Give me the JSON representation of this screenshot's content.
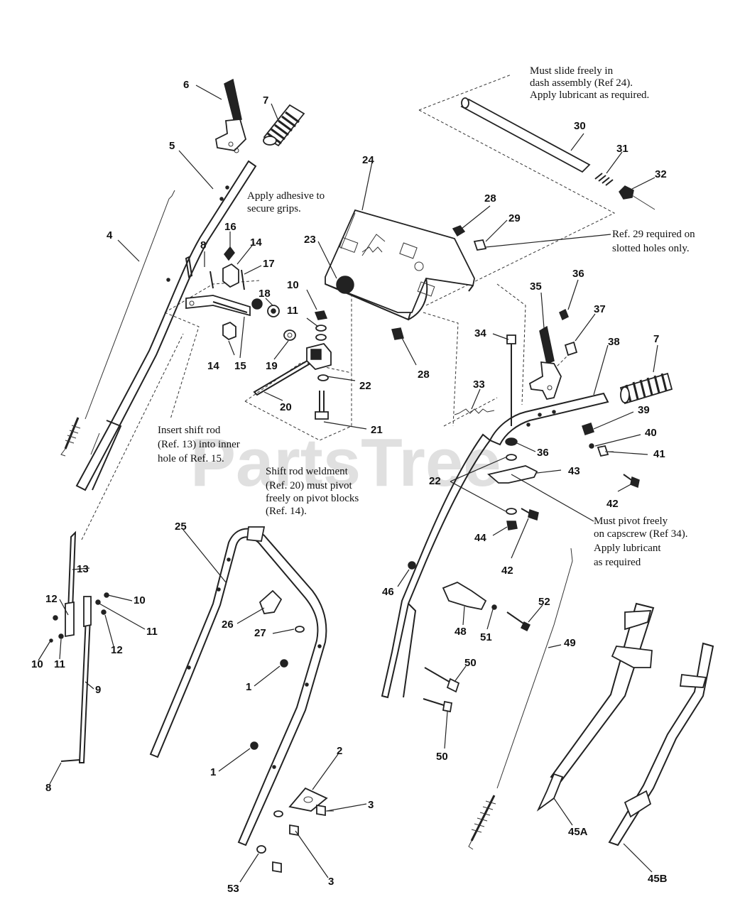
{
  "watermark": "PartsTree",
  "callouts": [
    {
      "id": "c-6",
      "text": "6"
    },
    {
      "id": "c-7a",
      "text": "7"
    },
    {
      "id": "c-5",
      "text": "5"
    },
    {
      "id": "c-4",
      "text": "4"
    },
    {
      "id": "c-16",
      "text": "16"
    },
    {
      "id": "c-8a",
      "text": "8"
    },
    {
      "id": "c-14a",
      "text": "14"
    },
    {
      "id": "c-17",
      "text": "17"
    },
    {
      "id": "c-18",
      "text": "18"
    },
    {
      "id": "c-14b",
      "text": "14"
    },
    {
      "id": "c-15",
      "text": "15"
    },
    {
      "id": "c-19",
      "text": "19"
    },
    {
      "id": "c-10a",
      "text": "10"
    },
    {
      "id": "c-11a",
      "text": "11"
    },
    {
      "id": "c-22a",
      "text": "22"
    },
    {
      "id": "c-20",
      "text": "20"
    },
    {
      "id": "c-21",
      "text": "21"
    },
    {
      "id": "c-23",
      "text": "23"
    },
    {
      "id": "c-24",
      "text": "24"
    },
    {
      "id": "c-28a",
      "text": "28"
    },
    {
      "id": "c-29",
      "text": "29"
    },
    {
      "id": "c-28b",
      "text": "28"
    },
    {
      "id": "c-30",
      "text": "30"
    },
    {
      "id": "c-31",
      "text": "31"
    },
    {
      "id": "c-32",
      "text": "32"
    },
    {
      "id": "c-35",
      "text": "35"
    },
    {
      "id": "c-36a",
      "text": "36"
    },
    {
      "id": "c-37",
      "text": "37"
    },
    {
      "id": "c-38",
      "text": "38"
    },
    {
      "id": "c-7b",
      "text": "7"
    },
    {
      "id": "c-34",
      "text": "34"
    },
    {
      "id": "c-33",
      "text": "33"
    },
    {
      "id": "c-39",
      "text": "39"
    },
    {
      "id": "c-40",
      "text": "40"
    },
    {
      "id": "c-41",
      "text": "41"
    },
    {
      "id": "c-36b",
      "text": "36"
    },
    {
      "id": "c-43",
      "text": "43"
    },
    {
      "id": "c-22b",
      "text": "22"
    },
    {
      "id": "c-42a",
      "text": "42"
    },
    {
      "id": "c-44",
      "text": "44"
    },
    {
      "id": "c-42b",
      "text": "42"
    },
    {
      "id": "c-13",
      "text": "13"
    },
    {
      "id": "c-12a",
      "text": "12"
    },
    {
      "id": "c-10b",
      "text": "10"
    },
    {
      "id": "c-11b",
      "text": "11"
    },
    {
      "id": "c-12b",
      "text": "12"
    },
    {
      "id": "c-10c",
      "text": "10"
    },
    {
      "id": "c-11c",
      "text": "11"
    },
    {
      "id": "c-9",
      "text": "9"
    },
    {
      "id": "c-8b",
      "text": "8"
    },
    {
      "id": "c-25",
      "text": "25"
    },
    {
      "id": "c-26",
      "text": "26"
    },
    {
      "id": "c-27",
      "text": "27"
    },
    {
      "id": "c-1a",
      "text": "1"
    },
    {
      "id": "c-1b",
      "text": "1"
    },
    {
      "id": "c-2",
      "text": "2"
    },
    {
      "id": "c-3a",
      "text": "3"
    },
    {
      "id": "c-3b",
      "text": "3"
    },
    {
      "id": "c-53",
      "text": "53"
    },
    {
      "id": "c-46",
      "text": "46"
    },
    {
      "id": "c-48",
      "text": "48"
    },
    {
      "id": "c-51",
      "text": "51"
    },
    {
      "id": "c-52",
      "text": "52"
    },
    {
      "id": "c-49",
      "text": "49"
    },
    {
      "id": "c-50a",
      "text": "50"
    },
    {
      "id": "c-50b",
      "text": "50"
    },
    {
      "id": "c-45a",
      "text": "45A"
    },
    {
      "id": "c-45b",
      "text": "45B"
    }
  ],
  "notes": [
    {
      "id": "note-slide",
      "lines": [
        "Must slide freely in",
        "dash assembly (Ref 24).",
        "Apply lubricant as required."
      ]
    },
    {
      "id": "note-adhesive",
      "lines": [
        "Apply adhesive to",
        "secure grips."
      ]
    },
    {
      "id": "note-ref29",
      "lines": [
        "Ref. 29 required on",
        "slotted holes only."
      ]
    },
    {
      "id": "note-shift-rod",
      "lines": [
        "Insert shift rod",
        "(Ref. 13) into inner",
        "hole of Ref. 15."
      ]
    },
    {
      "id": "note-weldment",
      "lines": [
        "Shift rod  weldment",
        "(Ref. 20) must pivot",
        "freely on pivot blocks",
        "(Ref. 14)."
      ]
    },
    {
      "id": "note-pivot",
      "lines": [
        "Must pivot freely",
        "on capscrew (Ref 34).",
        "Apply lubricant",
        "as required"
      ]
    }
  ]
}
